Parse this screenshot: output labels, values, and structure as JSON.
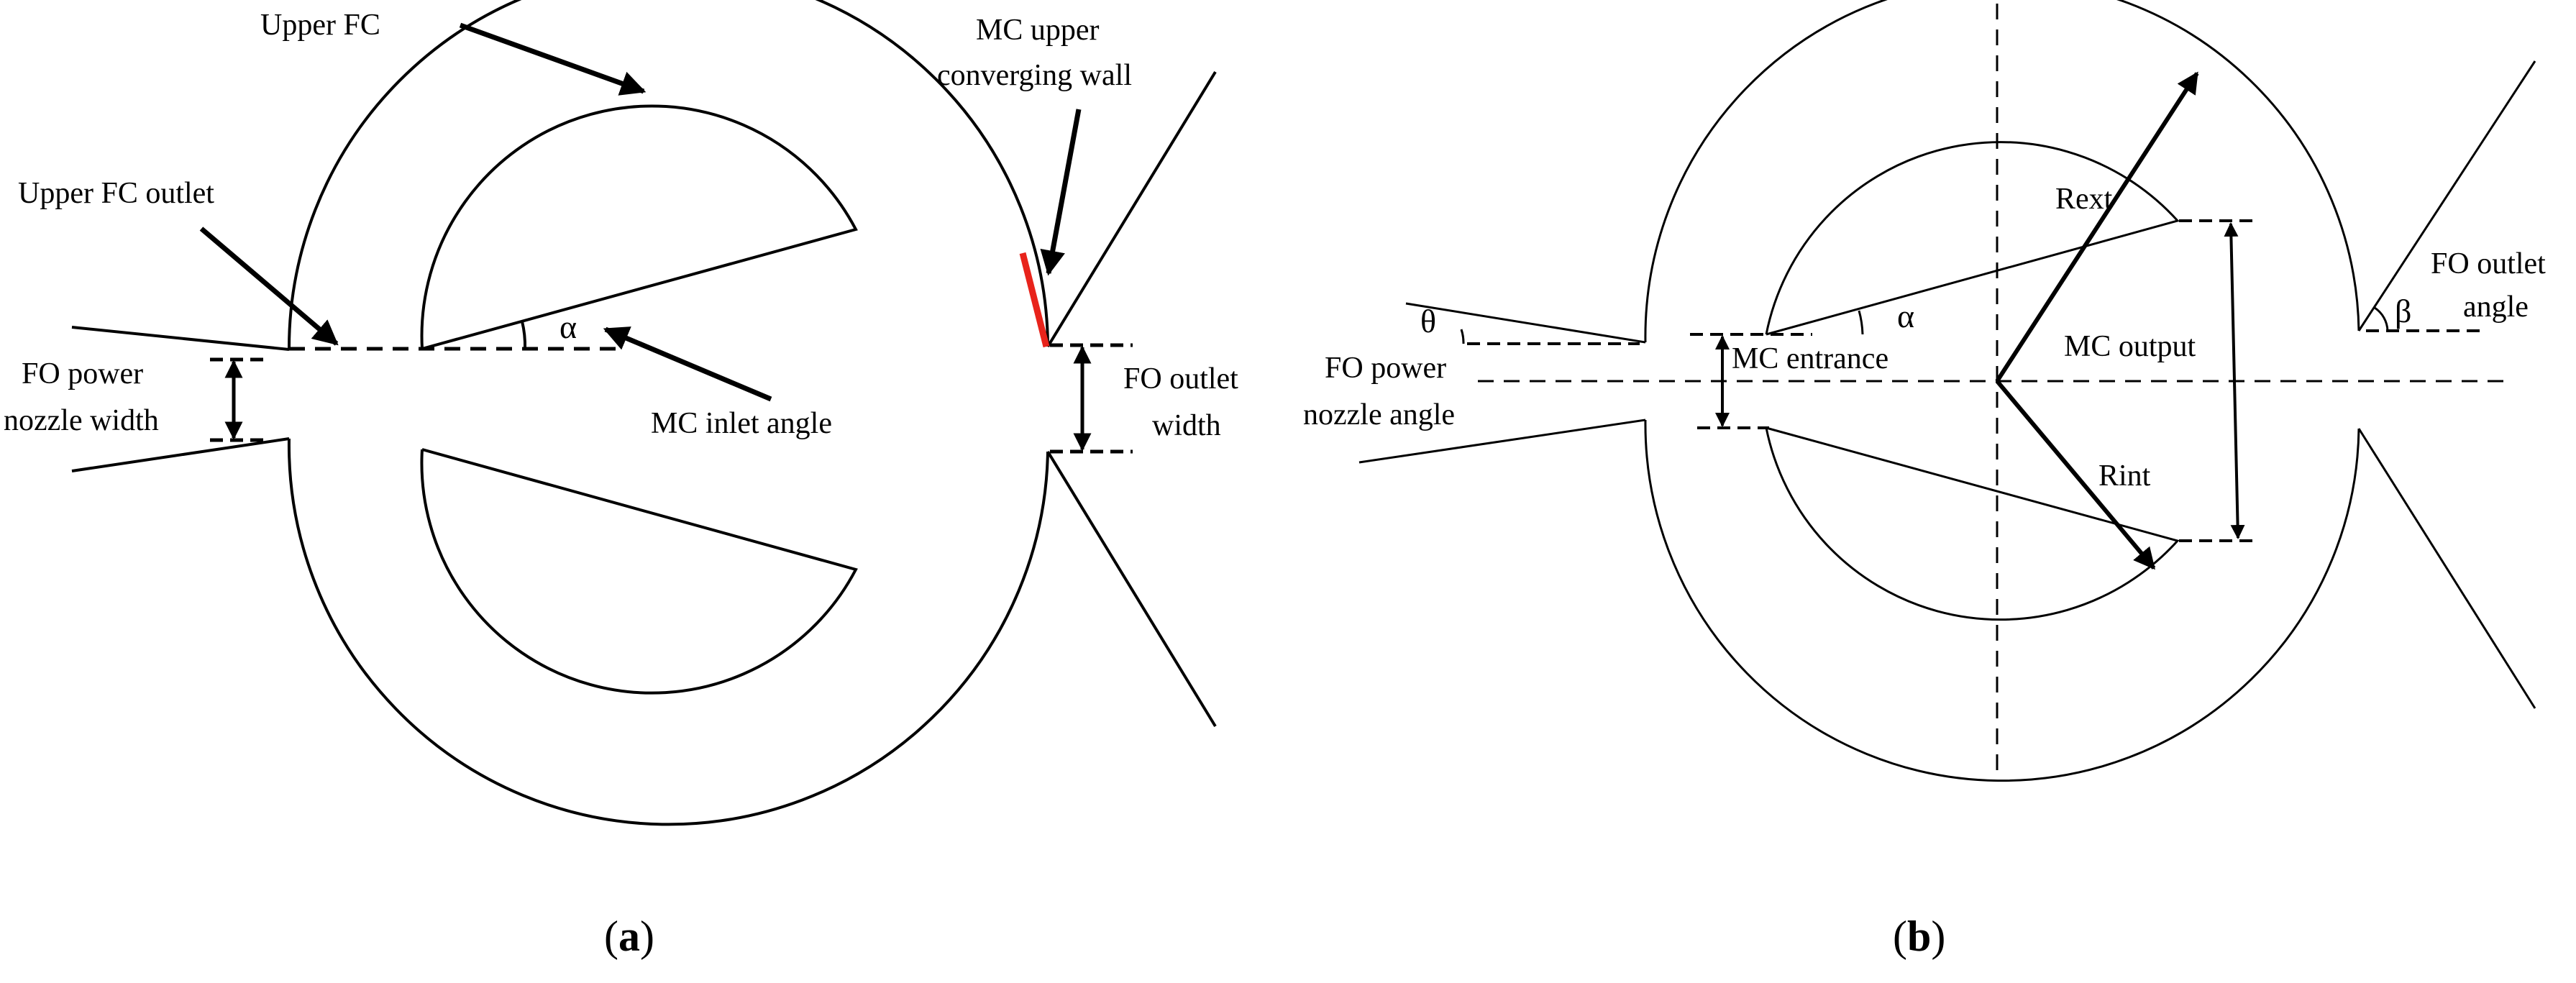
{
  "panel_a": {
    "upper_fc": "Upper FC",
    "upper_fc_outlet": "Upper FC outlet",
    "mc_upper_wall_l1": "MC upper",
    "mc_upper_wall_l2": "converging wall",
    "alpha": "α",
    "mc_inlet_angle": "MC inlet angle",
    "fo_power_l1": "FO power",
    "fo_power_l2": "nozzle width",
    "fo_outlet_l1": "FO outlet",
    "fo_outlet_l2": "width",
    "caption_open": "(",
    "caption_letter": "a",
    "caption_close": ")"
  },
  "panel_b": {
    "rext": "Rext",
    "rint": "Rint",
    "alpha": "α",
    "theta": "θ",
    "beta": "β",
    "mc_entrance": "MC entrance",
    "mc_output": "MC output",
    "fo_nozzle_angle_l1": "FO power",
    "fo_nozzle_angle_l2": "nozzle angle",
    "fo_outlet_angle_l1": "FO outlet",
    "fo_outlet_angle_l2": "angle",
    "caption_open": "(",
    "caption_letter": "b",
    "caption_close": ")"
  },
  "colors": {
    "stroke": "#000000",
    "highlight_wall": "#e8231b",
    "background": "#ffffff"
  }
}
